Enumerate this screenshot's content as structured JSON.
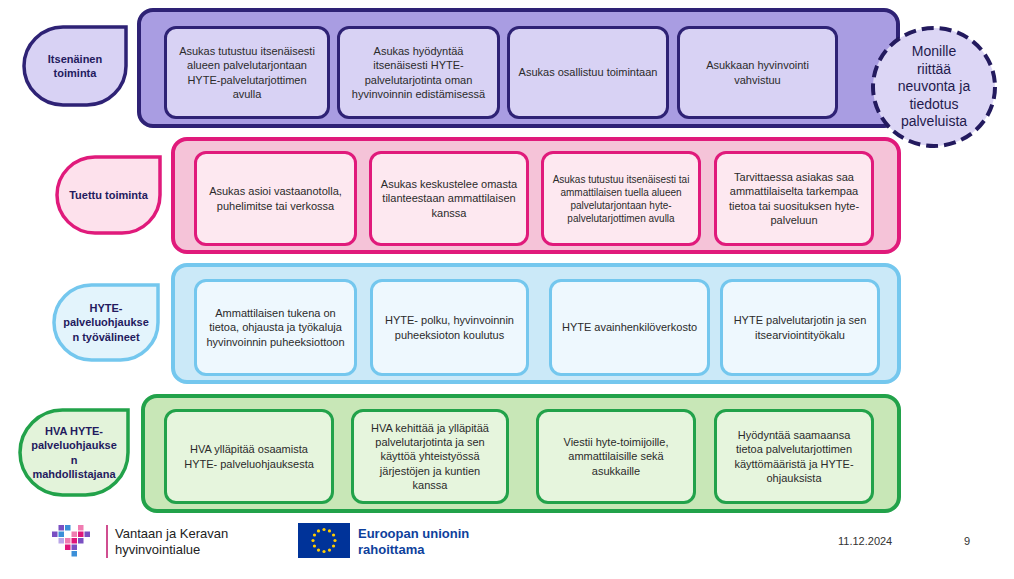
{
  "diagram": {
    "nodes": [
      {
        "text": [
          "Itsenäinen toiminta"
        ]
      },
      {
        "text": [
          "Asukas tutustuu itsenäisesti alueen palvelutarjontaan HYTE-palvelutarjottimen avulla"
        ],
        "in": 0
      },
      {
        "text": [
          "Asukas hyödyntää itsenäisesti HYTE-palvelutarjotinta oman hyvinvoinnin edistämisessä"
        ],
        "in": 0
      },
      {
        "text": [
          "Asukas osallistuu toimintaan"
        ],
        "in": 0
      },
      {
        "text": [
          "Asukkaan hyvinvointi vahvistuu"
        ],
        "in": 0
      },
      {
        "text": [
          "Monille riittää neuvonta ja tiedotus palveluista"
        ]
      },
      {
        "text": [
          "Tuettu toiminta"
        ]
      },
      {
        "text": [
          "Asukas asioi vastaanotolla, puhelimitse tai verkossa"
        ],
        "in": 6
      },
      {
        "text": [
          "Asukas keskustelee omasta tilanteestaan ammattilaisen kanssa"
        ],
        "in": 6
      },
      {
        "text": [
          "Asukas tutustuu itsenäisesti tai ammattilaisen tuella alueen palvelutarjontaan hyte-palvelutarjottimen avulla"
        ],
        "in": 6
      },
      {
        "text": [
          "Tarvittaessa asiakas saa ammattilaiselta tarkempaa tietoa tai suosituksen hyte-palveluun"
        ],
        "in": 6
      },
      {
        "text": [
          "HYTE-palveluohjauksen työvälineet"
        ]
      },
      {
        "text": [
          "Ammattilaisen tukena on tietoa, ohjausta ja työkaluja hyvinvoinnin puheeksiottoon"
        ],
        "in": 11
      },
      {
        "text": [
          "HYTE- polku, hyvinvoinnin puheeksioton koulutus"
        ],
        "in": 11
      },
      {
        "text": [
          "HYTE avainhenkilöverkosto"
        ],
        "in": 11
      },
      {
        "text": [
          "HYTE palvelutarjotin ja sen itsearviointityökalu"
        ],
        "in": 11
      },
      {
        "text": [
          "HVA HYTE-palveluohjauksen mahdollistajana"
        ]
      },
      {
        "text": [
          "HVA ylläpitää osaamista HYTE- palveluohjauksesta"
        ],
        "in": 16
      },
      {
        "text": [
          "HVA kehittää ja ylläpitää palvelutarjotinta ja sen käyttöä yhteistyössä järjestöjen ja kuntien kanssa"
        ],
        "in": 16
      },
      {
        "text": [
          "Viestii hyte-toimijoille, ammattilaisille sekä asukkaille"
        ],
        "in": 16
      },
      {
        "text": [
          "Hyödyntää saamaansa tietoa palvelutarjottimen käyttömääristä ja HYTE-ohjauksista"
        ],
        "in": 16
      }
    ],
    "labels": [
      "Vantaan ja Keravan hyvinvointialue",
      "Euroopan unionin rahoittama",
      "11.12.2024",
      "9"
    ]
  }
}
